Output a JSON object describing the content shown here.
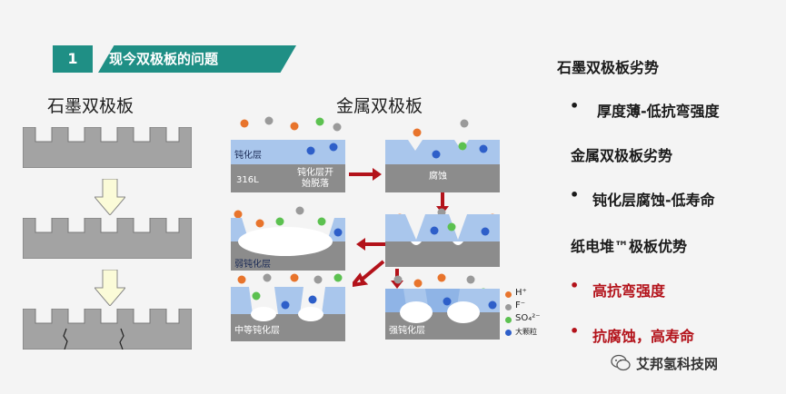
{
  "banner": {
    "number": "1",
    "title": "现今双极板的问题"
  },
  "graphite": {
    "heading": "石墨双极板"
  },
  "metal": {
    "heading": "金属双极板",
    "labels": {
      "passivation": "钝化层",
      "substrate": "316L",
      "peeling": "钝化层开始脱落",
      "corrosion": "腐蚀",
      "weak": "弱钝化层",
      "medium": "中等钝化层",
      "strong": "强钝化层"
    }
  },
  "legend": {
    "items": [
      {
        "label": "H⁺",
        "color": "#e8742c"
      },
      {
        "label": "F⁻",
        "color": "#9a9a9a"
      },
      {
        "label": "SO₄²⁻",
        "color": "#5cc150"
      },
      {
        "label": "大颗粒",
        "color": "#2e5fc9"
      }
    ]
  },
  "right": {
    "graphite_title": "石墨双极板劣势",
    "graphite_point": "厚度薄-低抗弯强度",
    "metal_title": "金属双极板劣势",
    "metal_point": "钝化层腐蚀-低寿命",
    "paper_title": "纸电堆™极板优势",
    "paper_point1": "高抗弯强度",
    "paper_point2": "抗腐蚀，高寿命",
    "bullet": "•"
  },
  "watermark": {
    "text": "艾邦氢科技网"
  },
  "colors": {
    "teal": "#1f8f85",
    "plate_gray": "#a3a3a3",
    "layer_blue": "#a9c6ec",
    "substrate_gray": "#8c8c8c",
    "arrow_red": "#b3121a",
    "arrow_yellow": "#fbfbd8"
  }
}
